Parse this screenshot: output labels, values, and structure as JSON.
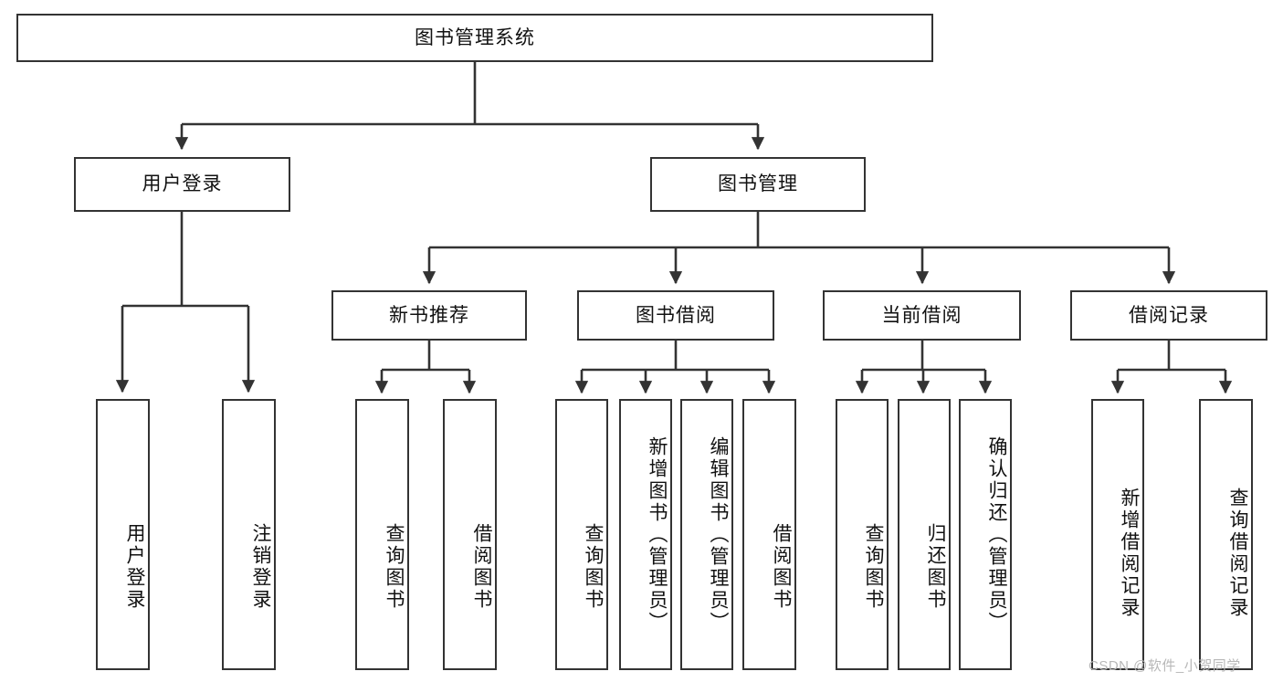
{
  "diagram": {
    "title": "图书管理系统",
    "type": "tree-hierarchy-chart",
    "root": {
      "label": "图书管理系统"
    },
    "level2": [
      {
        "label": "用户登录"
      },
      {
        "label": "图书管理"
      }
    ],
    "level3": [
      {
        "label": "新书推荐"
      },
      {
        "label": "图书借阅"
      },
      {
        "label": "当前借阅"
      },
      {
        "label": "借阅记录"
      }
    ],
    "leaves_user_login": [
      {
        "label": "用户登录"
      },
      {
        "label": "注销登录"
      }
    ],
    "leaves_new_book": [
      {
        "label": "查询图书"
      },
      {
        "label": "借阅图书"
      }
    ],
    "leaves_borrow": [
      {
        "label": "查询图书"
      },
      {
        "label": "新增图书（管理员）"
      },
      {
        "label": "编辑图书（管理员）"
      },
      {
        "label": "借阅图书"
      }
    ],
    "leaves_current": [
      {
        "label": "查询图书"
      },
      {
        "label": "归还图书"
      },
      {
        "label": "确认归还（管理员）"
      }
    ],
    "leaves_records": [
      {
        "label": "新增借阅记录"
      },
      {
        "label": "查询借阅记录"
      }
    ]
  },
  "watermark": {
    "text": "CSDN @软件_小贺同学"
  },
  "colors": {
    "border": "#333333",
    "background": "#ffffff",
    "text": "#111111",
    "watermark": "#b8b8b8"
  }
}
